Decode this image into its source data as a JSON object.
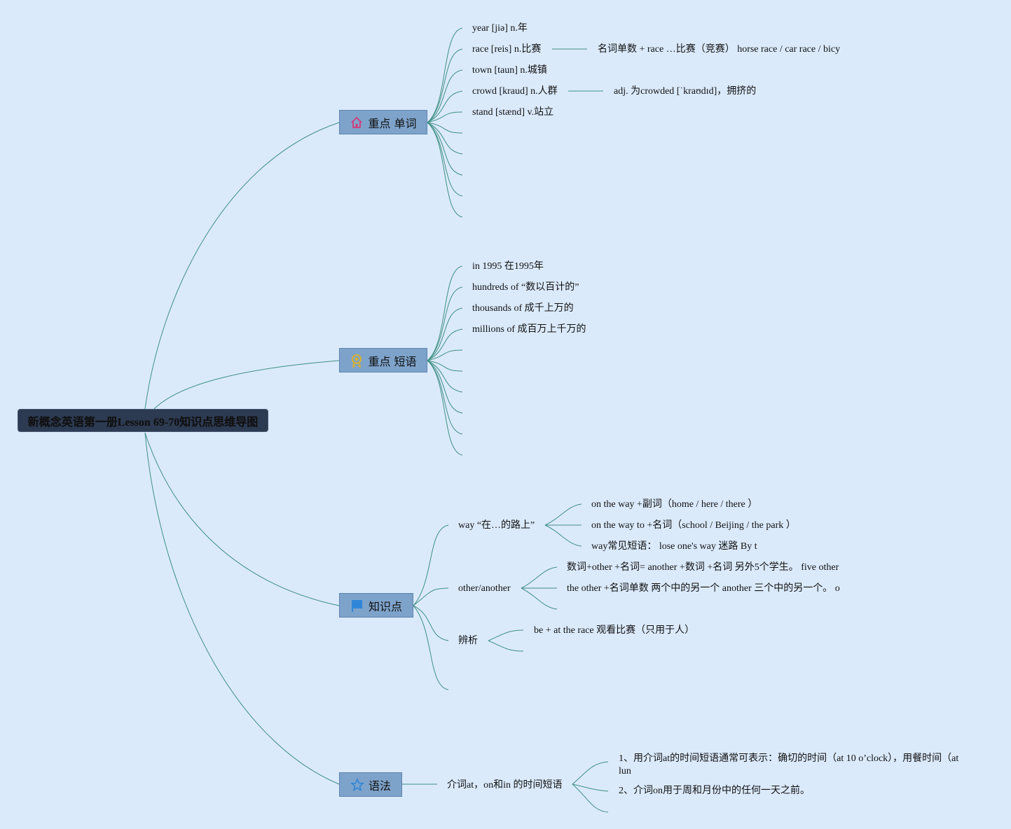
{
  "root": {
    "title": "新概念英语第一册Lesson 69-70知识点思维导图"
  },
  "branches": {
    "words": {
      "label": "重点 单词",
      "icon": "home-icon",
      "items": [
        "year [jiə] n.年",
        "race [reis] n.比赛",
        "town [taun] n.城镇",
        "crowd [kraud] n.人群",
        "stand [stænd] v.站立"
      ],
      "race_detail": "名词单数 + race …比赛（竞赛） horse race / car race / bicy",
      "crowd_detail": "adj. 为crowded [ˈkraʊdɪd]，拥挤的"
    },
    "phrases": {
      "label": "重点 短语",
      "icon": "medal-icon",
      "items": [
        "in 1995 在1995年",
        "hundreds of “数以百计的”",
        "thousands of 成千上万的",
        "millions of 成百万上千万的"
      ]
    },
    "points": {
      "label": "知识点",
      "icon": "flag-icon",
      "way": {
        "label": "way “在…的路上”",
        "items": [
          "on the way +副词（home / here / there ）",
          "on the way to +名词（school / Beijing / the park ）",
          "way常见短语： lose one's way 迷路 By t"
        ]
      },
      "other": {
        "label": "other/another",
        "items": [
          "数词+other +名词= another +数词 +名词 另外5个学生。 five other",
          "the other +名词单数 两个中的另一个 another 三个中的另一个。 o"
        ]
      },
      "analysis": {
        "label": "辨析",
        "items": [
          "be + at the race 观看比赛（只用于人）"
        ]
      }
    },
    "grammar": {
      "label": "语法",
      "icon": "star-icon",
      "topic": "介词at，on和in 的时间短语",
      "items": [
        "1、用介词at的时间短语通常可表示：确切的时间（at 10 o’clock），用餐时间（at lun",
        "2、介词on用于周和月份中的任何一天之前。"
      ]
    }
  }
}
